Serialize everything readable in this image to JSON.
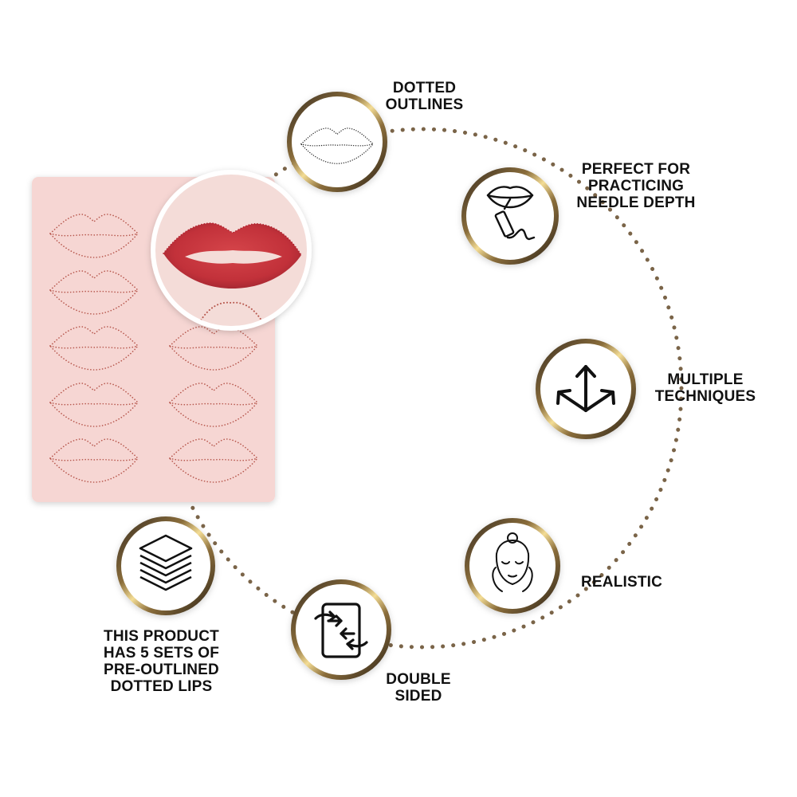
{
  "features": [
    {
      "id": "dotted-outlines",
      "icon": "lips-outline-icon",
      "lines": [
        "DOTTED",
        "OUTLINES"
      ]
    },
    {
      "id": "needle-depth",
      "icon": "lip-tattoo-pen-icon",
      "lines": [
        "PERFECT FOR",
        "PRACTICING",
        "NEEDLE DEPTH"
      ]
    },
    {
      "id": "multiple-techniques",
      "icon": "three-arrows-icon",
      "lines": [
        "MULTIPLE",
        "TECHNIQUES"
      ]
    },
    {
      "id": "realistic",
      "icon": "face-icon",
      "lines": [
        "REALISTIC"
      ]
    },
    {
      "id": "double-sided",
      "icon": "flip-sides-icon",
      "lines": [
        "DOUBLE",
        "SIDED"
      ]
    },
    {
      "id": "five-sets",
      "icon": "layers-stack-icon",
      "lines": [
        "THIS PRODUCT",
        "HAS 5 SETS OF",
        "PRE-OUTLINED",
        "DOTTED LIPS"
      ]
    }
  ],
  "colors": {
    "ring_gold": "#c9a85a",
    "ring_dark": "#3a2f22",
    "dot": "#7a6448",
    "sheet": "#f6d6d3",
    "lip_dots": "#b7584e",
    "lip_red": "#c8343a"
  }
}
